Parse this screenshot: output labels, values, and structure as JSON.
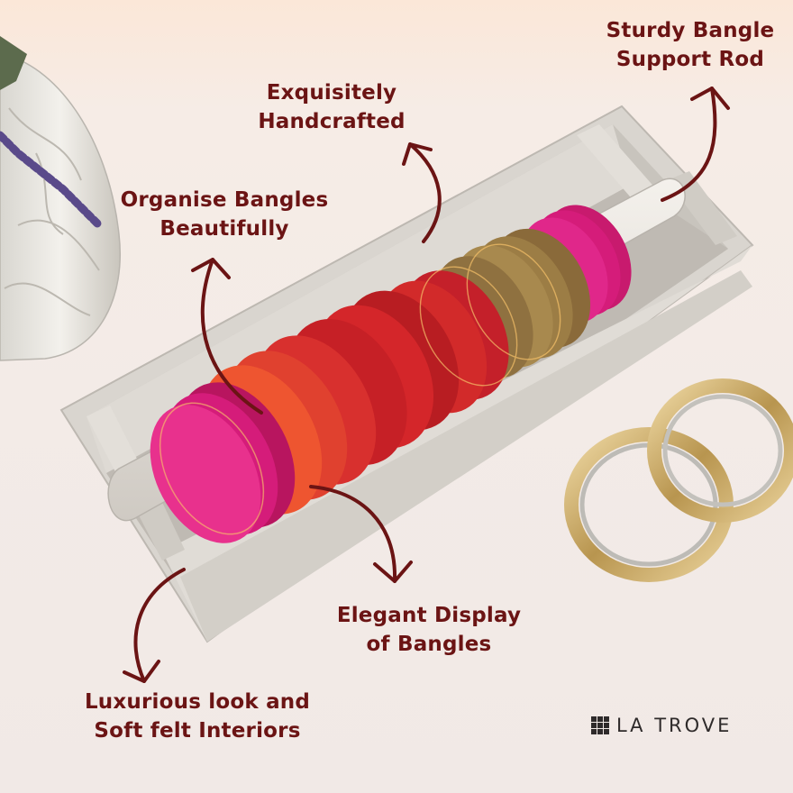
{
  "labels": {
    "support_rod": [
      "Sturdy Bangle",
      "Support Rod"
    ],
    "handcrafted": [
      "Exquisitely",
      "Handcrafted"
    ],
    "organise": [
      "Organise Bangles",
      "Beautifully"
    ],
    "display": [
      "Elegant Display",
      "of Bangles"
    ],
    "interiors": [
      "Luxurious look and",
      "Soft felt Interiors"
    ]
  },
  "brand": {
    "name": "LA TROVE",
    "logo_icon": "grid-square-icon"
  },
  "colors": {
    "label_text": "#6b1414",
    "arrow": "#6b1414",
    "box": "#d9d5cf",
    "bangle_red": "#d22a2a",
    "bangle_pink": "#d51c7a",
    "bangle_gold": "#9c7d45",
    "background": "#f3ebe7"
  }
}
